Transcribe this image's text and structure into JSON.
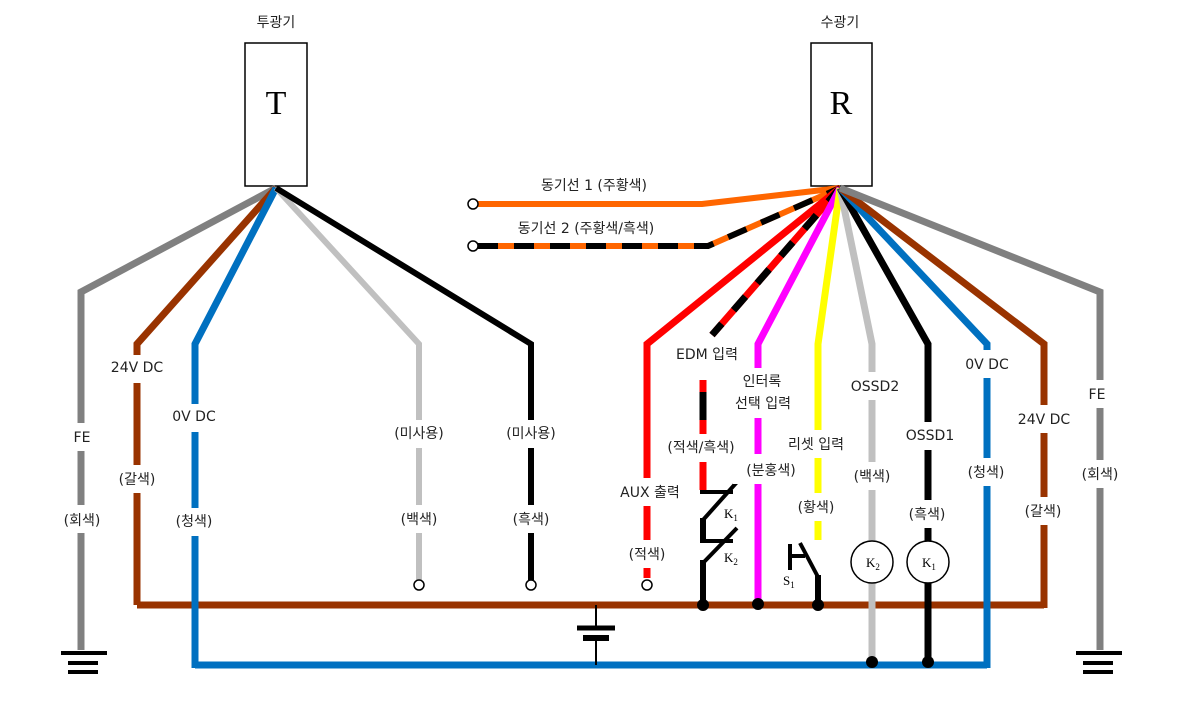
{
  "diagram": {
    "type": "wiring-diagram",
    "emitter": {
      "title": "투광기",
      "letter": "T",
      "wires": [
        {
          "id": "fe",
          "function": "FE",
          "color_name": "(회색)",
          "color": "#808080"
        },
        {
          "id": "24v",
          "function": "24V DC",
          "color_name": "(갈색)",
          "color": "#993300"
        },
        {
          "id": "0v",
          "function": "0V DC",
          "color_name": "(청색)",
          "color": "#0070C0"
        },
        {
          "id": "unused-white",
          "function": "(미사용)",
          "color_name": "(백색)",
          "color": "#C0C0C0"
        },
        {
          "id": "unused-black",
          "function": "(미사용)",
          "color_name": "(흑색)",
          "color": "#000000"
        }
      ]
    },
    "receiver": {
      "title": "수광기",
      "letter": "R",
      "sync_wires": [
        {
          "id": "sync1",
          "label": "동기선 1 (주황색)",
          "color": "#FF6600",
          "stripe": null
        },
        {
          "id": "sync2",
          "label": "동기선 2 (주황색/흑색)",
          "color": "#FF6600",
          "stripe": "#000000"
        }
      ],
      "wires": [
        {
          "id": "aux",
          "function": "AUX 출력",
          "color_name": "(적색)",
          "color": "#FF0000"
        },
        {
          "id": "edm",
          "function": "EDM 입력",
          "color_name": "(적색/흑색)",
          "color": "#FF0000",
          "stripe": "#000000"
        },
        {
          "id": "interlock",
          "function_line1": "인터록",
          "function_line2": "선택 입력",
          "color_name": "(분홍색)",
          "color": "#FF00FF"
        },
        {
          "id": "reset",
          "function": "리셋 입력",
          "color_name": "(황색)",
          "color": "#FFFF00"
        },
        {
          "id": "ossd2",
          "function": "OSSD2",
          "color_name": "(백색)",
          "color": "#C0C0C0"
        },
        {
          "id": "ossd1",
          "function": "OSSD1",
          "color_name": "(흑색)",
          "color": "#000000"
        },
        {
          "id": "0v",
          "function": "0V DC",
          "color_name": "(청색)",
          "color": "#0070C0"
        },
        {
          "id": "24v",
          "function": "24V DC",
          "color_name": "(갈색)",
          "color": "#993300"
        },
        {
          "id": "fe",
          "function": "FE",
          "color_name": "(회색)",
          "color": "#808080"
        }
      ]
    },
    "components": {
      "k1_contact": {
        "letter": "K",
        "sub": "1"
      },
      "k2_contact": {
        "letter": "K",
        "sub": "2"
      },
      "s1_switch": {
        "letter": "S",
        "sub": "1"
      },
      "k2_coil": {
        "letter": "K",
        "sub": "2"
      },
      "k1_coil": {
        "letter": "K",
        "sub": "1"
      }
    },
    "bus_colors": {
      "positive": "#993300",
      "negative": "#0070C0"
    }
  }
}
